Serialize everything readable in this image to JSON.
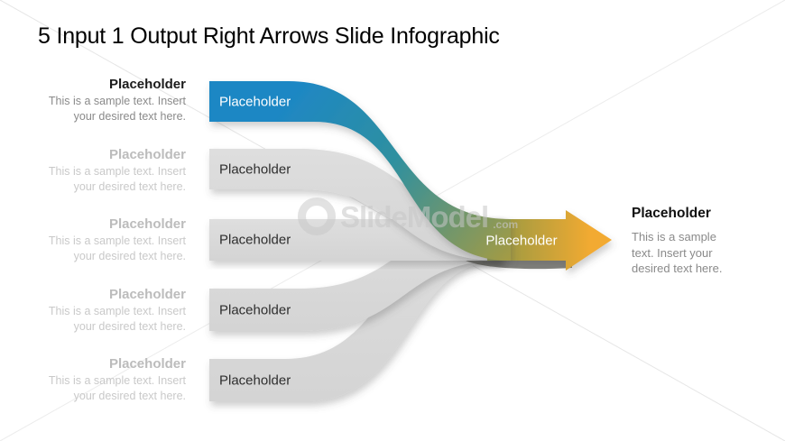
{
  "slide": {
    "title": "5 Input 1 Output Right Arrows Slide Infographic"
  },
  "inputs": [
    {
      "band_label": "Placeholder",
      "title": "Placeholder",
      "description": "This is a sample text. Insert your desired text here.",
      "highlighted": true
    },
    {
      "band_label": "Placeholder",
      "title": "Placeholder",
      "description": "This is a sample text. Insert your desired text here.",
      "highlighted": false
    },
    {
      "band_label": "Placeholder",
      "title": "Placeholder",
      "description": "This is a sample text. Insert your desired text here.",
      "highlighted": false
    },
    {
      "band_label": "Placeholder",
      "title": "Placeholder",
      "description": "This is a sample text. Insert your desired text here.",
      "highlighted": false
    },
    {
      "band_label": "Placeholder",
      "title": "Placeholder",
      "description": "This is a sample text. Insert your desired text here.",
      "highlighted": false
    }
  ],
  "arrow": {
    "label": "Placeholder"
  },
  "output": {
    "title": "Placeholder",
    "description": "This is a sample text. Insert your desired text here."
  },
  "watermark": {
    "name": "SlideModel",
    "tld": ".com"
  },
  "colors": {
    "input_highlight_blue": "#1E87C4",
    "input_gray": "#D9D9D9",
    "ribbon_teal": "#2F909F",
    "ribbon_olive": "#A29B45",
    "arrow_gold": "#F2AA31",
    "title_text": "#000000",
    "muted_text": "#8A8A8A",
    "faded_text": "#C4C4C4"
  }
}
